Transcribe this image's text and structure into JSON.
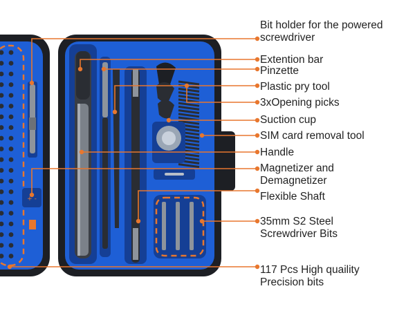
{
  "colors": {
    "case_shell": "#1d1f24",
    "case_blue": "#1e5fd6",
    "case_blue_dark": "#153f95",
    "accent_orange": "#e8772e",
    "tool_dark": "#2a2d33",
    "tool_metal": "#8e949c",
    "label_text": "#222222"
  },
  "labels": [
    {
      "name": "bit-holder",
      "lines": [
        "Bit holder for the powered",
        "screwdriver"
      ]
    },
    {
      "name": "extension-bar",
      "lines": [
        "Extention bar"
      ]
    },
    {
      "name": "pinzette",
      "lines": [
        "Pinzette"
      ]
    },
    {
      "name": "pry-tool",
      "lines": [
        "Plastic pry tool"
      ]
    },
    {
      "name": "opening-picks",
      "lines": [
        "3xOpening picks"
      ]
    },
    {
      "name": "suction-cup",
      "lines": [
        "Suction cup"
      ]
    },
    {
      "name": "sim-tool",
      "lines": [
        "SIM card removal tool"
      ]
    },
    {
      "name": "handle",
      "lines": [
        "Handle"
      ]
    },
    {
      "name": "magnetizer",
      "lines": [
        "Magnetizer and",
        "Demagnetizer"
      ]
    },
    {
      "name": "flexible-shaft",
      "lines": [
        "Flexible Shaft"
      ]
    },
    {
      "name": "steel-bits",
      "lines": [
        "35mm S2 Steel",
        "Screwdriver Bits"
      ]
    },
    {
      "name": "precision-bits",
      "lines": [
        "117 Pcs High quaility",
        "Precision bits"
      ]
    }
  ]
}
